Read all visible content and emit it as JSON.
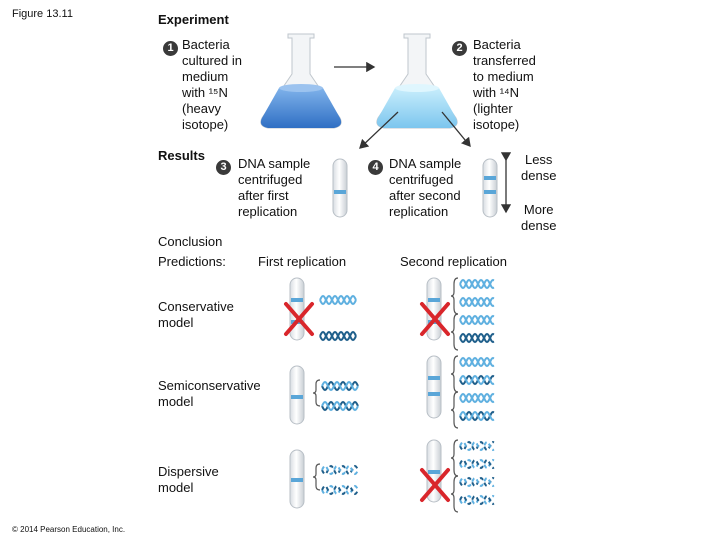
{
  "figure_label": "Figure 13.11",
  "experiment_title": "Experiment",
  "steps": [
    {
      "num": "1",
      "text": "Bacteria\ncultured in\nmedium\nwith ¹⁵N\n(heavy\nisotope)"
    },
    {
      "num": "2",
      "text": "Bacteria\ntransferred\nto medium\nwith ¹⁴N\n(lighter\nisotope)"
    },
    {
      "num": "3",
      "text": "DNA sample\ncentrifuged\nafter first\nreplication"
    },
    {
      "num": "4",
      "text": "DNA sample\ncentrifuged\nafter second\nreplication"
    }
  ],
  "results_label": "Results",
  "density": {
    "less": "Less\ndense",
    "more": "More\ndense"
  },
  "conclusion_label": "Conclusion",
  "predictions_label": "Predictions:",
  "col_first": "First replication",
  "col_second": "Second replication",
  "models": [
    {
      "label": "Conservative\nmodel"
    },
    {
      "label": "Semiconservative\nmodel"
    },
    {
      "label": "Dispersive\nmodel"
    }
  ],
  "copyright": "© 2014 Pearson Education, Inc.",
  "colors": {
    "heavy_medium": "#4a8fd8",
    "light_medium": "#8fd0f2",
    "band": "#5aa6d8",
    "dna_dark": "#1f5f8b",
    "dna_light": "#5fb0e0",
    "cross": "#d9262b"
  }
}
